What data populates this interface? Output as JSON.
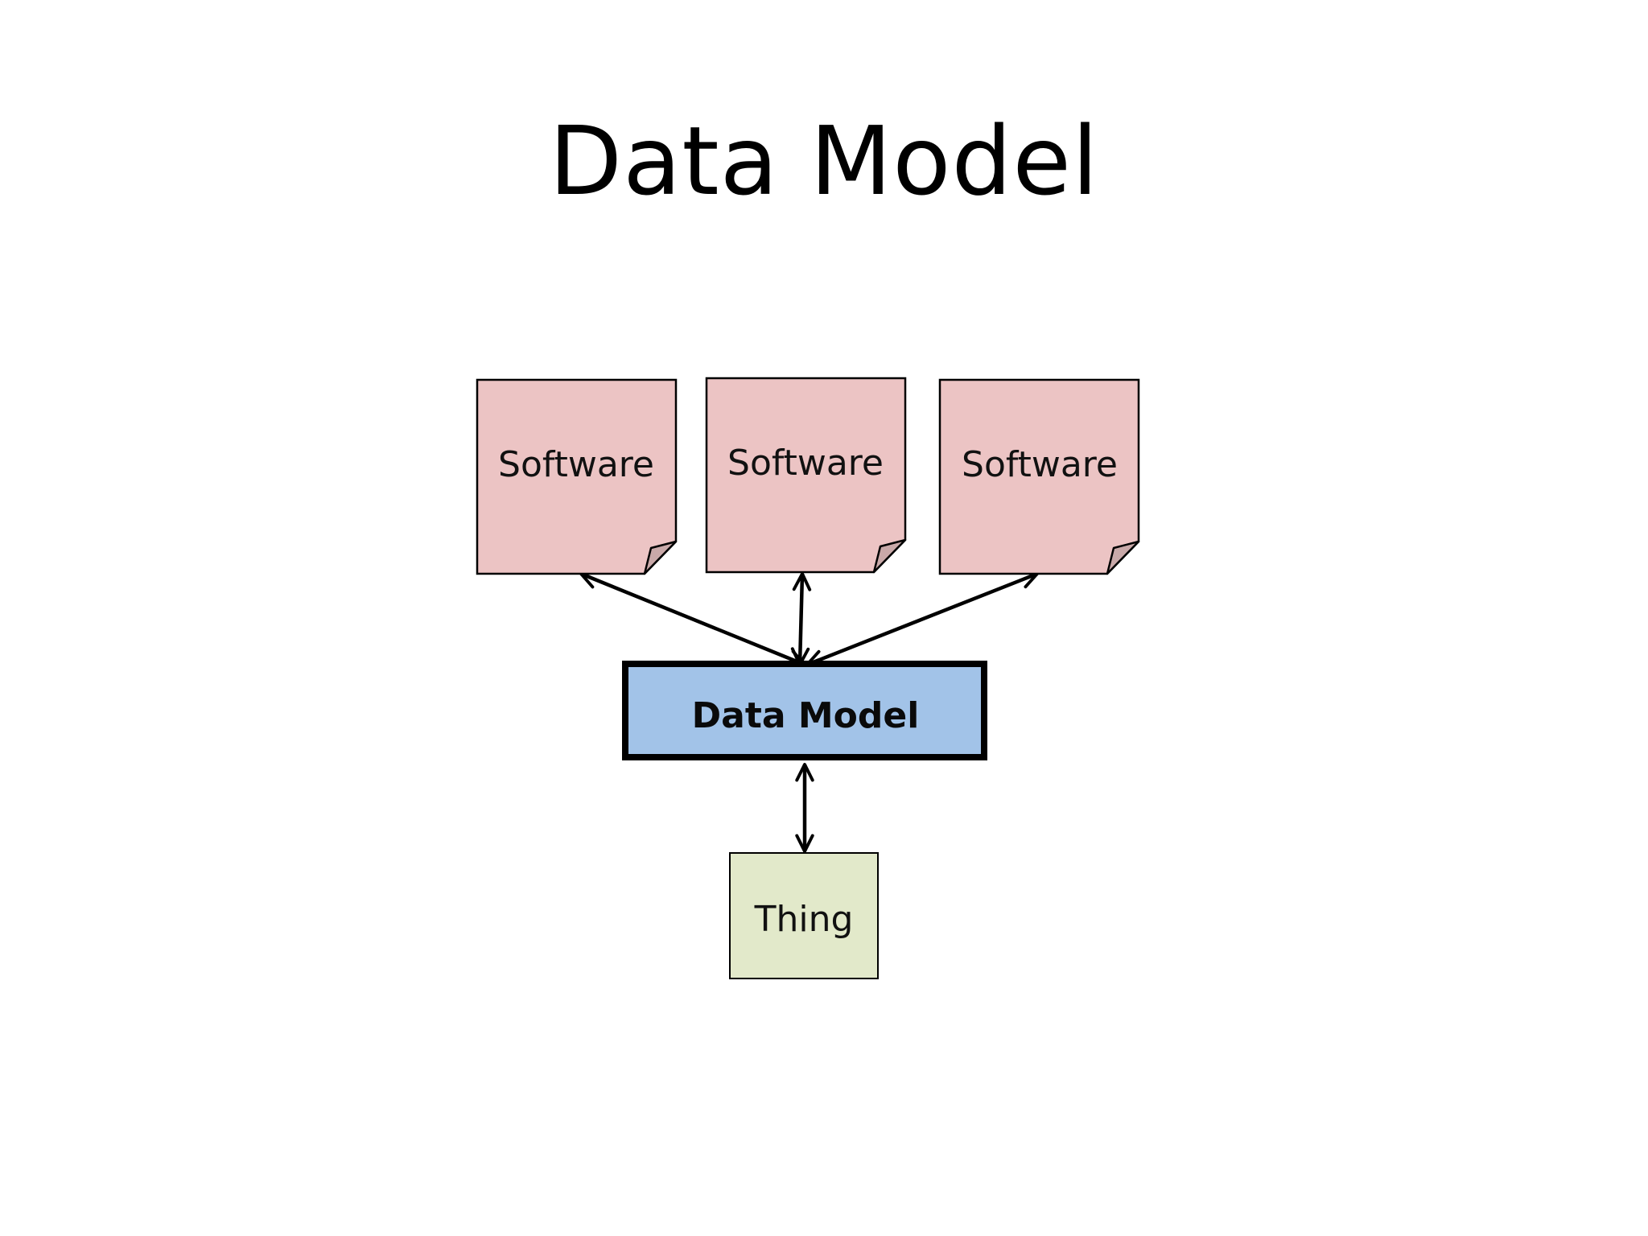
{
  "slide": {
    "title": "Data Model"
  },
  "diagram": {
    "software_nodes": [
      {
        "label": "Software"
      },
      {
        "label": "Software"
      },
      {
        "label": "Software"
      }
    ],
    "model_node": {
      "label": "Data Model"
    },
    "thing_node": {
      "label": "Thing"
    },
    "connections": [
      {
        "from": "Software",
        "to": "Data Model",
        "direction": "bidirectional"
      },
      {
        "from": "Software",
        "to": "Data Model",
        "direction": "bidirectional"
      },
      {
        "from": "Software",
        "to": "Data Model",
        "direction": "bidirectional"
      },
      {
        "from": "Data Model",
        "to": "Thing",
        "direction": "bidirectional"
      }
    ],
    "colors": {
      "software_fill": "#ecc4c4",
      "software_corner_fill": "#c9a9a9",
      "model_fill": "#a2c3e8",
      "thing_fill": "#e2e9ca",
      "stroke": "#000000"
    }
  }
}
